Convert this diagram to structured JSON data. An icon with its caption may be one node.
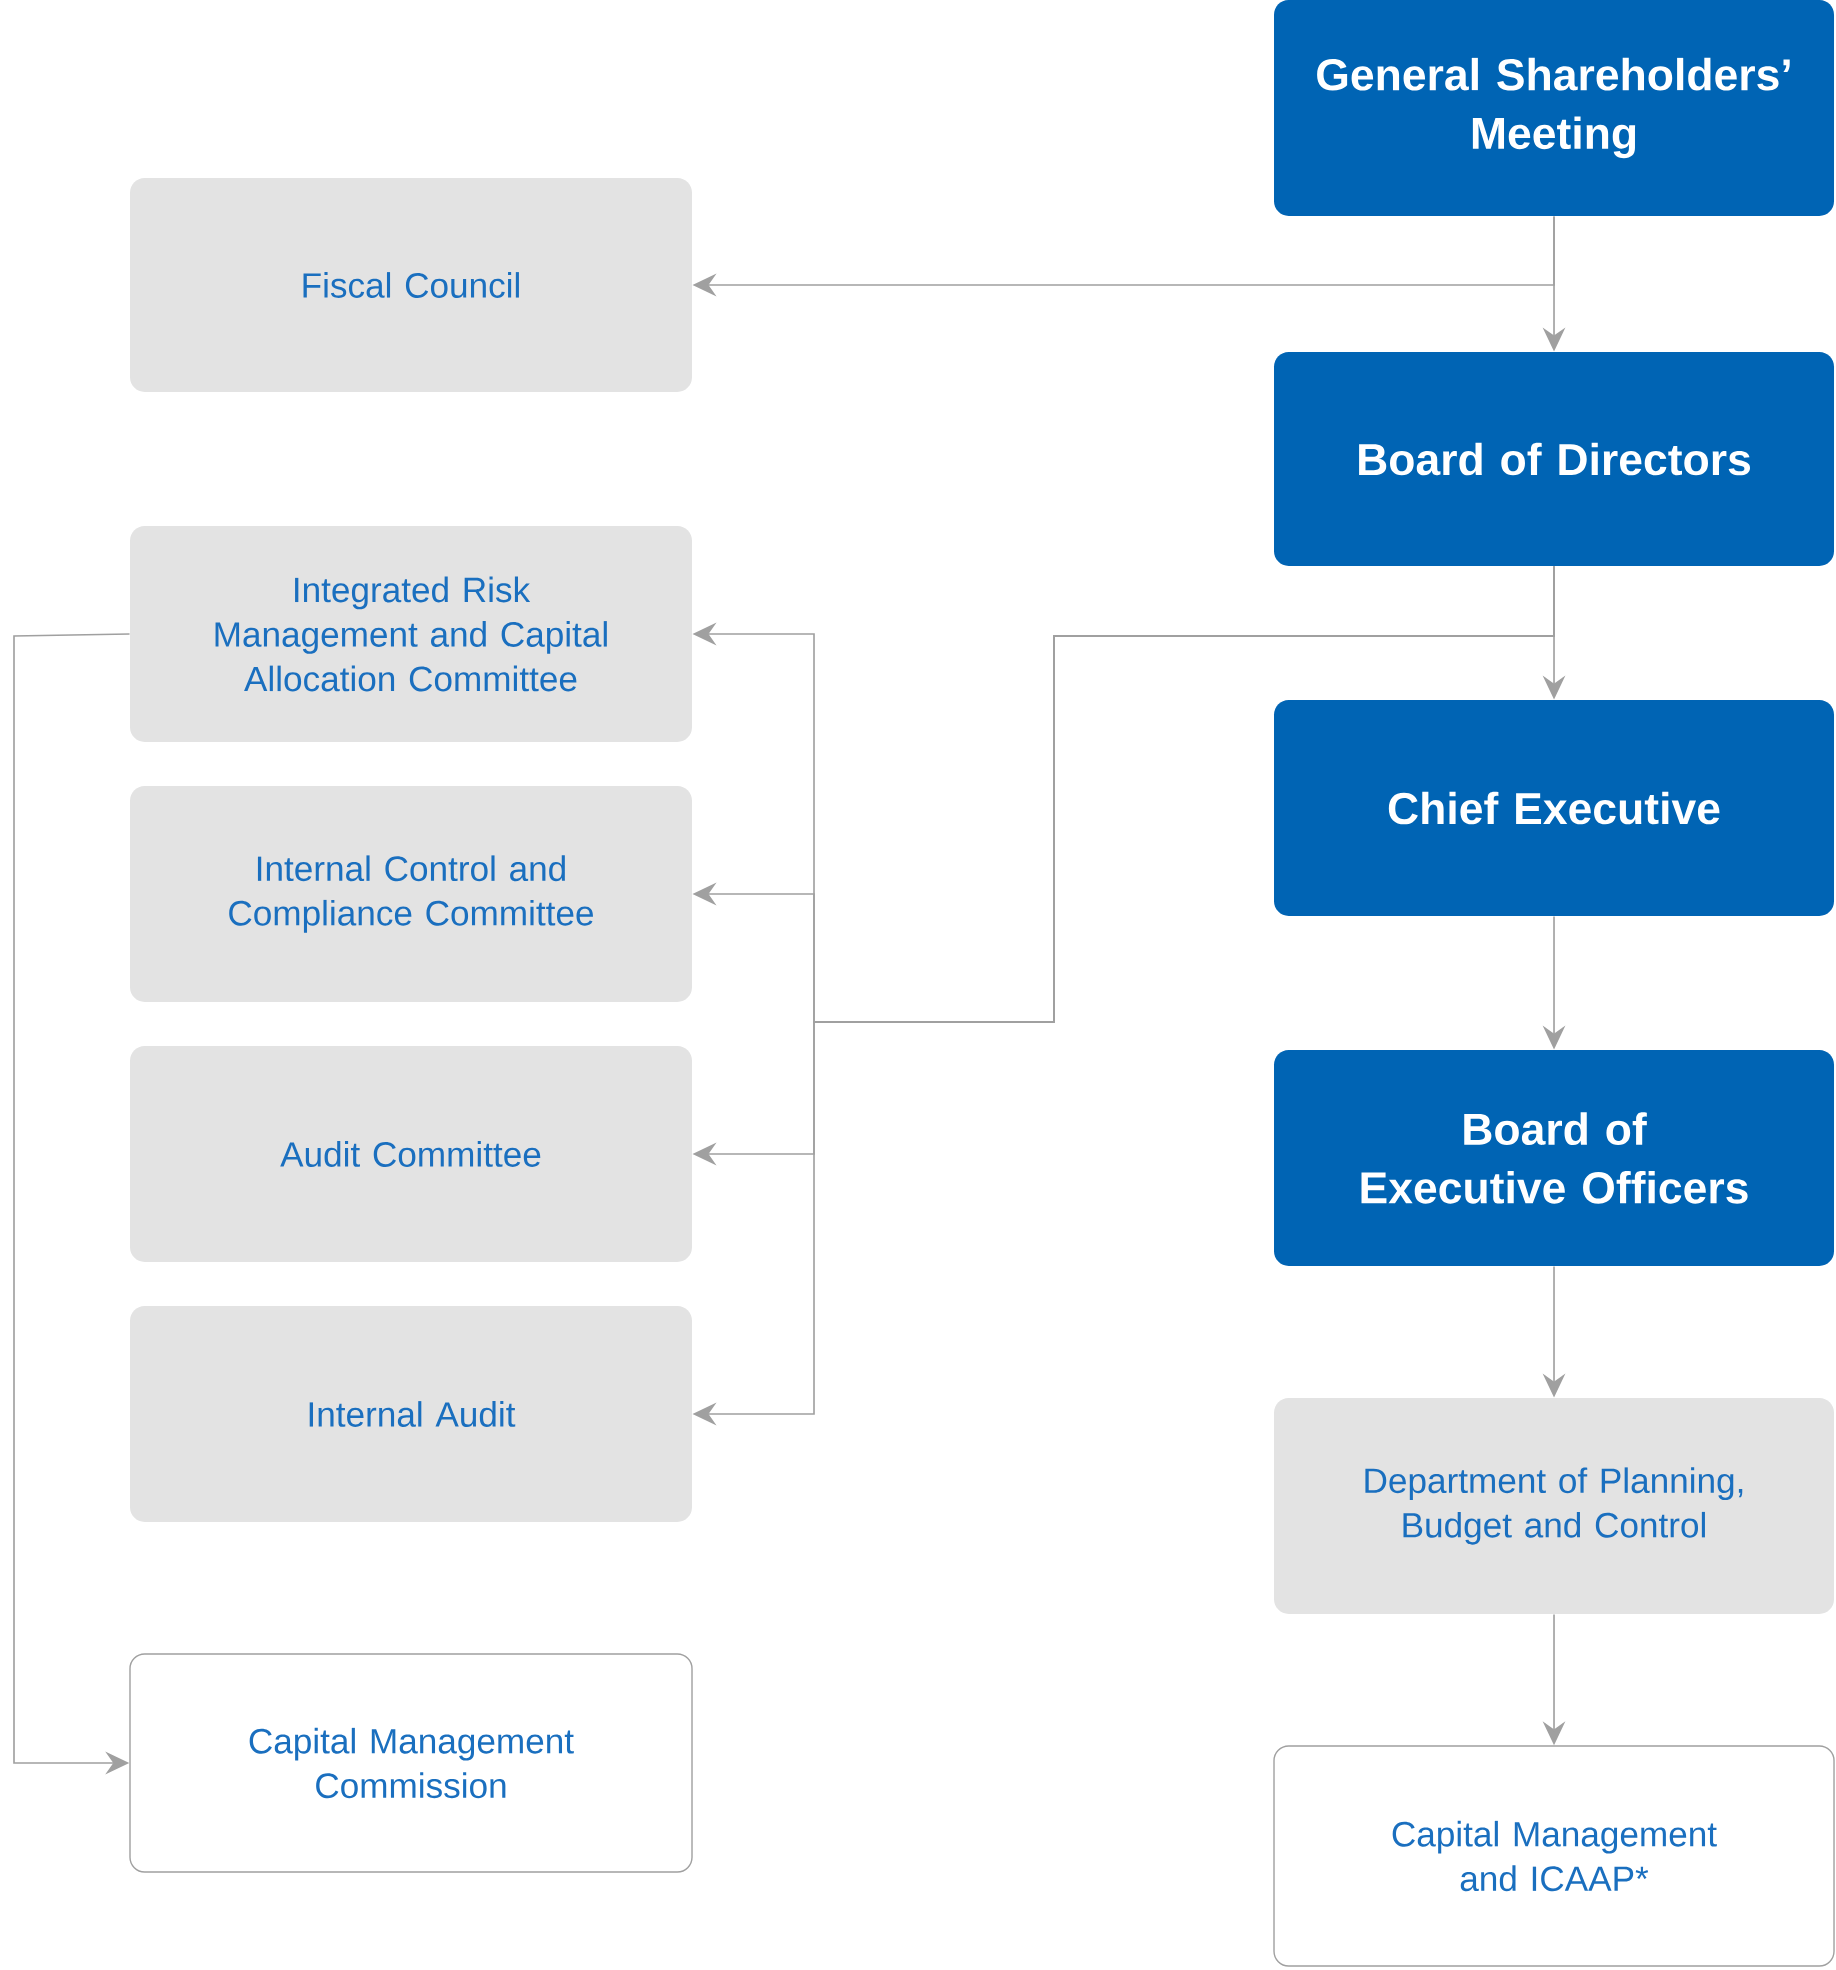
{
  "diagram": {
    "nodes": [
      {
        "text": [
          "General Shareholders’ Meeting"
        ]
      },
      {
        "text": [
          "Fiscal Council"
        ]
      },
      {
        "text": [
          "Board of Directors"
        ]
      },
      {
        "text": [
          "Integrated Risk Management and Capital Allocation Committee"
        ]
      },
      {
        "text": [
          "Chief Executive"
        ]
      },
      {
        "text": [
          "Internal Control and Compliance Committee"
        ]
      },
      {
        "text": [
          "Audit Committee"
        ]
      },
      {
        "text": [
          "Board of Executive Officers"
        ]
      },
      {
        "text": [
          "Internal Audit"
        ]
      },
      {
        "text": [
          "Department of Planning, Budget and Control"
        ]
      },
      {
        "text": [
          "Capital Management Commission"
        ]
      },
      {
        "text": [
          "Capital Management and ICAAP*"
        ]
      }
    ],
    "edges": [
      {
        "from": 0,
        "to": 1,
        "arrow": "to"
      },
      {
        "from": 0,
        "to": 2,
        "arrow": "to"
      },
      {
        "from": 2,
        "to": 4,
        "arrow": "to"
      },
      {
        "from": 2,
        "to": 3,
        "arrow": "to"
      },
      {
        "from": 2,
        "to": 5,
        "arrow": "to"
      },
      {
        "from": 2,
        "to": 6,
        "arrow": "to"
      },
      {
        "from": 2,
        "to": 8,
        "arrow": "to"
      },
      {
        "from": 3,
        "to": 10,
        "arrow": "to"
      },
      {
        "from": 4,
        "to": 7,
        "arrow": "to"
      },
      {
        "from": 7,
        "to": 9,
        "arrow": "to"
      },
      {
        "from": 9,
        "to": 11,
        "arrow": "to"
      }
    ]
  }
}
